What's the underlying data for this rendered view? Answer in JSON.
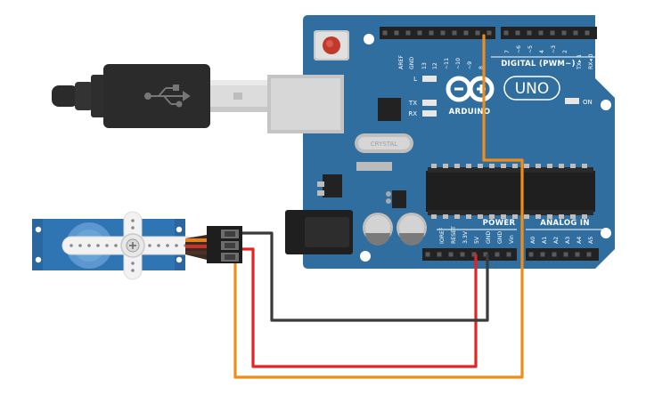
{
  "board": {
    "brand": "ARDUINO",
    "model": "UNO",
    "on_label": "ON",
    "led_l": "L",
    "led_tx": "TX",
    "led_rx": "RX",
    "digital_label": "DIGITAL (PWM~)",
    "power_label": "POWER",
    "analog_label": "ANALOG IN",
    "crystal_label": "CRYSTAL",
    "digital_pins_left": [
      "AREF",
      "GND",
      "13",
      "12",
      "~11",
      "~10",
      "~9",
      "8"
    ],
    "digital_pins_right": [
      "7",
      "~6",
      "~5",
      "4",
      "~3",
      "2",
      "TX▸ 1",
      "RX◂ 0"
    ],
    "power_pins": [
      "IOREF",
      "RESET",
      "3.3V",
      "5V",
      "GND",
      "GND",
      "Vin"
    ],
    "analog_pins": [
      "A0",
      "A1",
      "A2",
      "A3",
      "A4",
      "A5"
    ]
  },
  "wires": {
    "signal_color": "#ee8d1a",
    "power_color": "#e02525",
    "ground_color": "#3a3a3a"
  },
  "colors": {
    "board": "#2f6e9f",
    "servo": "#2f74b3",
    "usb_plug": "#2b2b2b"
  }
}
